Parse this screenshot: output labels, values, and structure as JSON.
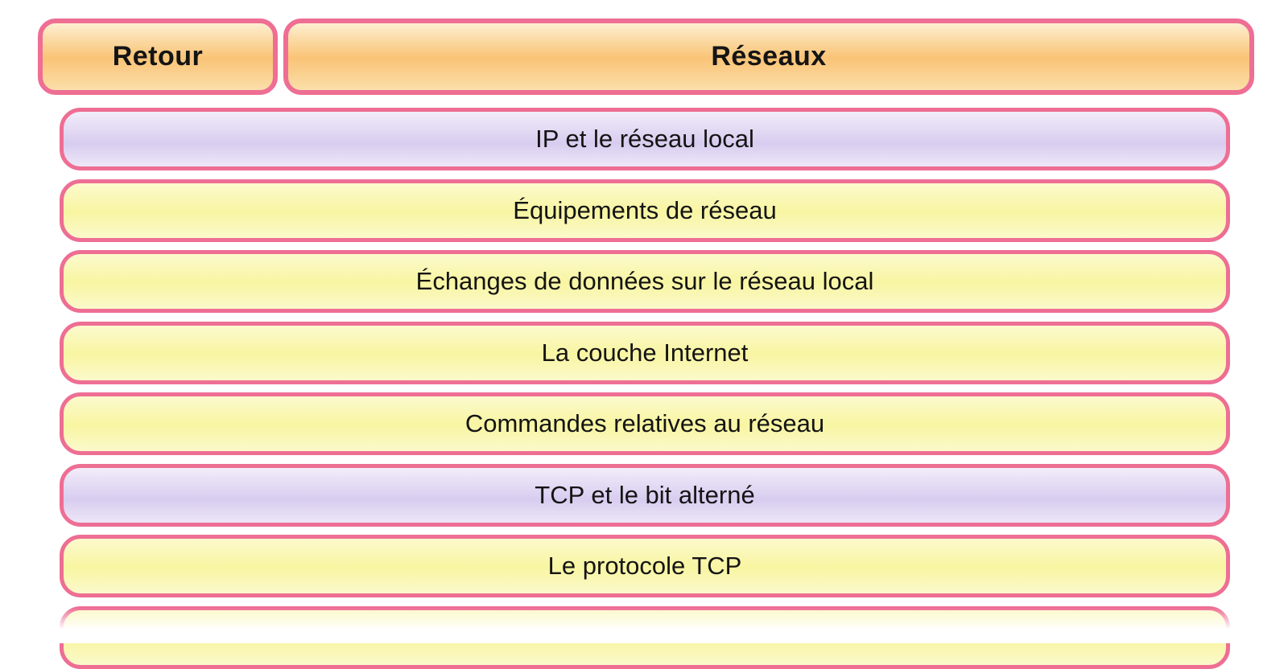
{
  "app": {
    "page_background": "#ffffff",
    "text_color": "#141414",
    "accent_border": "#ee6e94"
  },
  "header": {
    "back_label": "Retour",
    "title": "Réseaux",
    "gradient": {
      "top": "#fdefd0",
      "mid": "#f9c376",
      "bottom": "#fbdfaa"
    }
  },
  "menu": {
    "items": [
      {
        "label": "IP et le réseau local",
        "variant": "purple",
        "partial": false
      },
      {
        "label": "Équipements de réseau",
        "variant": "yellow",
        "partial": false
      },
      {
        "label": "Échanges de données sur le réseau local",
        "variant": "yellow",
        "partial": false
      },
      {
        "label": "La couche Internet",
        "variant": "yellow",
        "partial": false
      },
      {
        "label": "Commandes relatives au réseau",
        "variant": "yellow",
        "partial": false
      },
      {
        "label": "TCP et le bit alterné",
        "variant": "purple",
        "partial": false
      },
      {
        "label": "Le protocole TCP",
        "variant": "yellow",
        "partial": false
      },
      {
        "label": "",
        "variant": "yellow",
        "partial": true
      }
    ],
    "variant_colors": {
      "yellow": {
        "top": "#fcfacd",
        "mid": "#f8f5a2",
        "bottom": "#fbf9cb"
      },
      "purple": {
        "top": "#f2edfa",
        "mid": "#d8ccef",
        "bottom": "#ede7f8"
      }
    }
  }
}
